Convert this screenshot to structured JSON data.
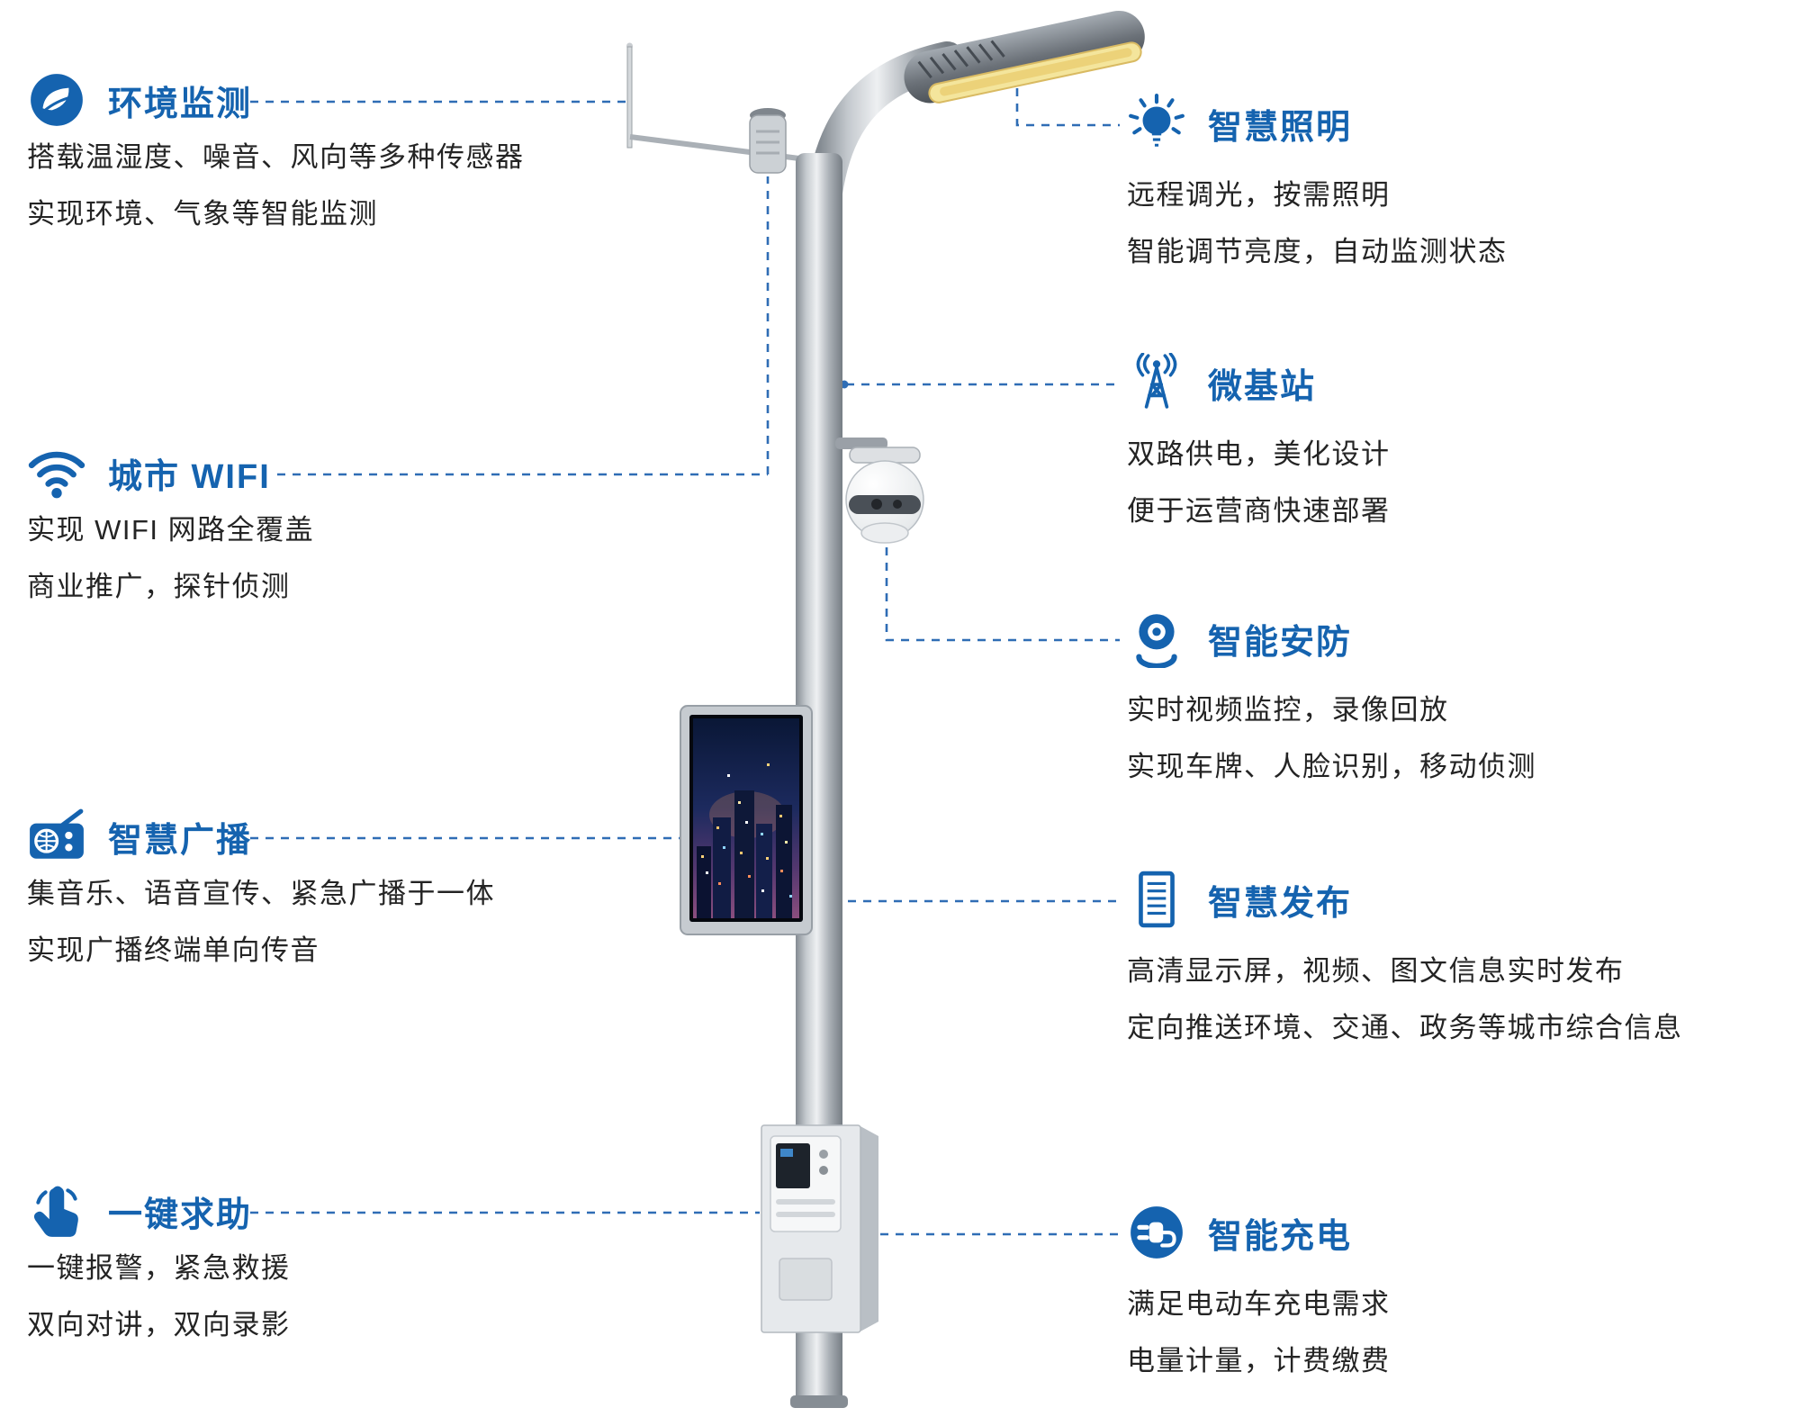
{
  "colors": {
    "accent_blue": "#1563af",
    "connector_blue": "#2f6db5",
    "body_text": "#242424",
    "pole_gray": "#b0b6bc",
    "lamp_glow_yellow": "#f4e59c"
  },
  "features": {
    "left": [
      {
        "id": "env-monitoring",
        "icon": "leaf-icon",
        "title": "环境监测",
        "lines": [
          "搭载温湿度、噪音、风向等多种传感器",
          "实现环境、气象等智能监测"
        ]
      },
      {
        "id": "city-wifi",
        "icon": "wifi-icon",
        "title": "城市 WIFI",
        "lines": [
          "实现 WIFI 网路全覆盖",
          "商业推广，探针侦测"
        ]
      },
      {
        "id": "smart-broadcast",
        "icon": "radio-icon",
        "title": "智慧广播",
        "lines": [
          "集音乐、语音宣传、紧急广播于一体",
          "实现广播终端单向传音"
        ]
      },
      {
        "id": "one-key-help",
        "icon": "hand-press-icon",
        "title": "一键求助",
        "lines": [
          "一键报警，紧急救援",
          "双向对讲，双向录影"
        ]
      }
    ],
    "right": [
      {
        "id": "smart-lighting",
        "icon": "bulb-icon",
        "title": "智慧照明",
        "lines": [
          "远程调光，按需照明",
          "智能调节亮度，自动监测状态"
        ]
      },
      {
        "id": "micro-base-station",
        "icon": "antenna-icon",
        "title": "微基站",
        "lines": [
          "双路供电，美化设计",
          "便于运营商快速部署"
        ]
      },
      {
        "id": "smart-security",
        "icon": "camera-icon",
        "title": "智能安防",
        "lines": [
          "实时视频监控，录像回放",
          "实现车牌、人脸识别，移动侦测"
        ]
      },
      {
        "id": "smart-publishing",
        "icon": "document-icon",
        "title": "智慧发布",
        "lines": [
          "高清显示屏，视频、图文信息实时发布",
          "定向推送环境、交通、政务等城市综合信息"
        ]
      },
      {
        "id": "smart-charging",
        "icon": "plug-icon",
        "title": "智能充电",
        "lines": [
          "满足电动车充电需求",
          "电量计量，计费缴费"
        ]
      }
    ]
  }
}
